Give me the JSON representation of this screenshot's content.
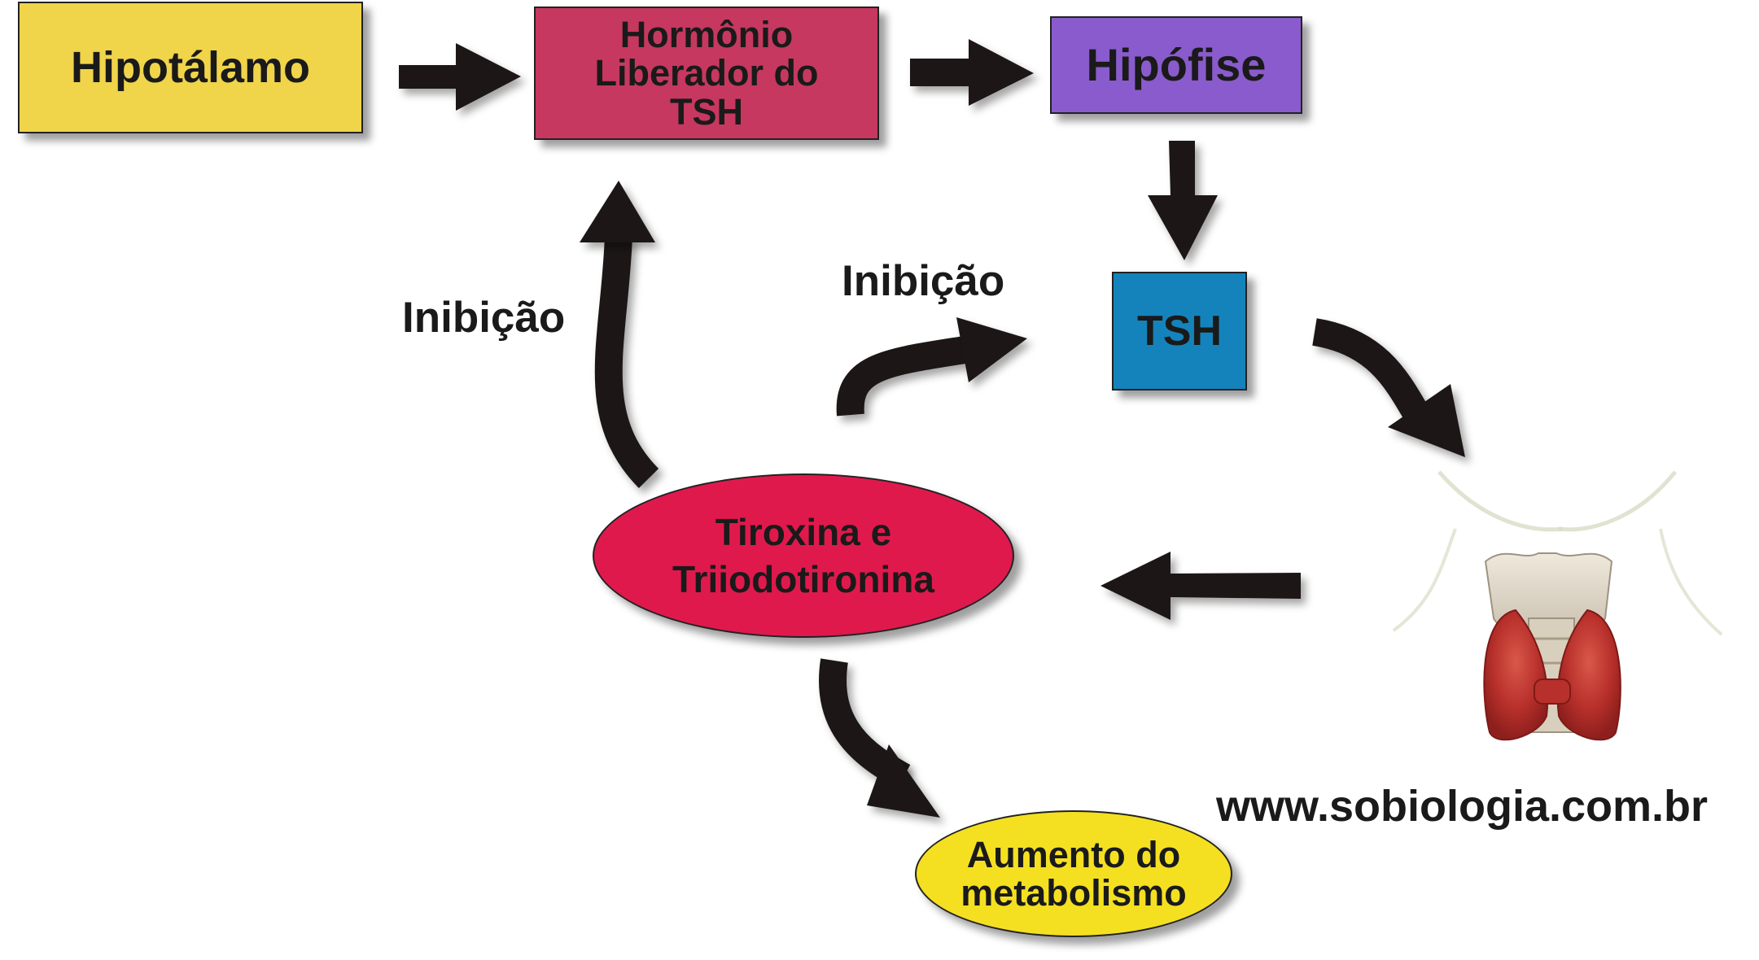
{
  "nodes": {
    "hipotalamo": {
      "label": "Hipotálamo",
      "color": "#f0d44a"
    },
    "hormonio": {
      "lines": [
        "Hormônio",
        "Liberador do",
        "TSH"
      ],
      "color": "#c6385f"
    },
    "hipofise": {
      "label": "Hipófise",
      "color": "#8a5bcc"
    },
    "tsh": {
      "label": "TSH",
      "color": "#1583bb"
    },
    "tiroxina": {
      "lines": [
        "Tiroxina e",
        "Triiodotironina"
      ],
      "color": "#e0194d"
    },
    "aumento": {
      "lines": [
        "Aumento do",
        "metabolismo"
      ],
      "color": "#f4e021"
    }
  },
  "labels": {
    "inibicao_left": "Inibição",
    "inibicao_center": "Inibição"
  },
  "thyroid_image": {
    "icon": "thyroid-gland-icon"
  },
  "website": "www.sobiologia.com.br",
  "arrow_color": "#1c1916"
}
